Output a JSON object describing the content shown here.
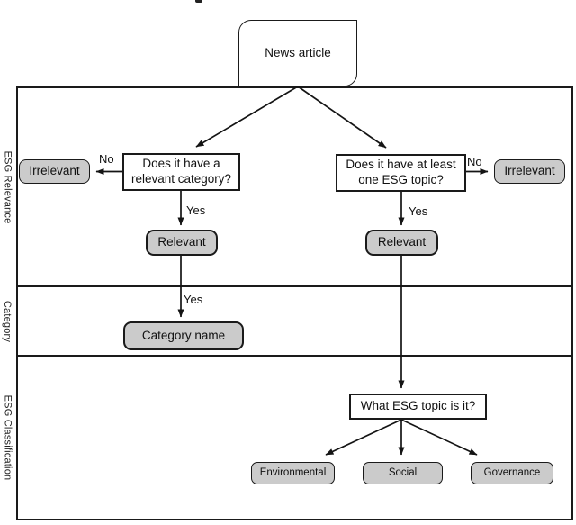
{
  "figure": {
    "nodes": {
      "news_article": "News article",
      "q_category": "Does it have a relevant category?",
      "q_esg": "Does it have at least one ESG topic?",
      "irrelevant_left": "Irrelevant",
      "irrelevant_right": "Irrelevant",
      "relevant_left": "Relevant",
      "relevant_right": "Relevant",
      "category_name": "Category name",
      "q_topic": "What ESG topic is it?",
      "environmental": "Environmental",
      "social": "Social",
      "governance": "Governance"
    },
    "edge_labels": {
      "no_left": "No",
      "no_right": "No",
      "yes_left_1": "Yes",
      "yes_left_2": "Yes",
      "yes_right": "Yes"
    },
    "lanes": [
      {
        "label": "ESG Relevance"
      },
      {
        "label": "Category"
      },
      {
        "label": "ESG Classification"
      }
    ],
    "colors": {
      "node_fill_gray": "#cbcbcb",
      "node_fill_white": "#ffffff",
      "border": "#1a1a1a",
      "arrow": "#141414",
      "text": "#111111"
    }
  }
}
